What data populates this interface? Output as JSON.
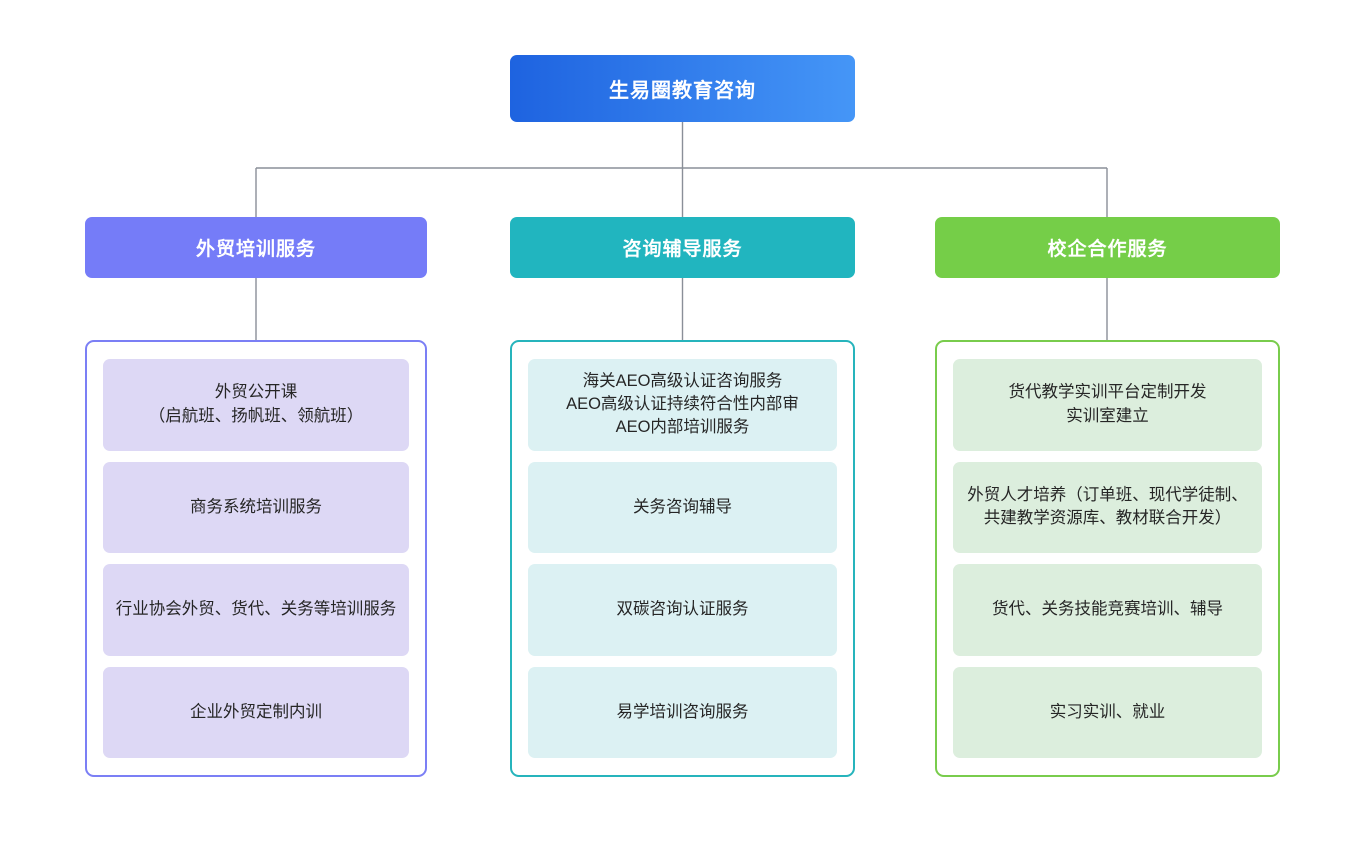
{
  "diagram": {
    "type": "organization-chart",
    "orientation": "top-down",
    "background_color": "#ffffff",
    "connector_color": "#8a8f98"
  },
  "root": {
    "label": "生易圈教育咨询",
    "gradient_start": "#1e63e0",
    "gradient_end": "#4596f7",
    "text_color": "#ffffff"
  },
  "columns": [
    {
      "header": "外贸培训服务",
      "header_color": "#757cf8",
      "border_color": "#7b7ff5",
      "card_color": "#ddd8f5",
      "items": [
        "外贸公开课\n（启航班、扬帆班、领航班）",
        "商务系统培训服务",
        "行业协会外贸、货代、关务等培训服务",
        "企业外贸定制内训"
      ]
    },
    {
      "header": "咨询辅导服务",
      "header_color": "#21b5bf",
      "border_color": "#26b4bc",
      "card_color": "#dcf1f3",
      "items": [
        "海关AEO高级认证咨询服务\nAEO高级认证持续符合性内部审\nAEO内部培训服务",
        "关务咨询辅导",
        "双碳咨询认证服务",
        "易学培训咨询服务"
      ]
    },
    {
      "header": "校企合作服务",
      "header_color": "#75ce48",
      "border_color": "#79cc4c",
      "card_color": "#dceedd",
      "items": [
        "货代教学实训平台定制开发\n实训室建立",
        "外贸人才培养（订单班、现代学徒制、共建教学资源库、教材联合开发）",
        "货代、关务技能竞赛培训、辅导",
        "实习实训、就业"
      ]
    }
  ]
}
